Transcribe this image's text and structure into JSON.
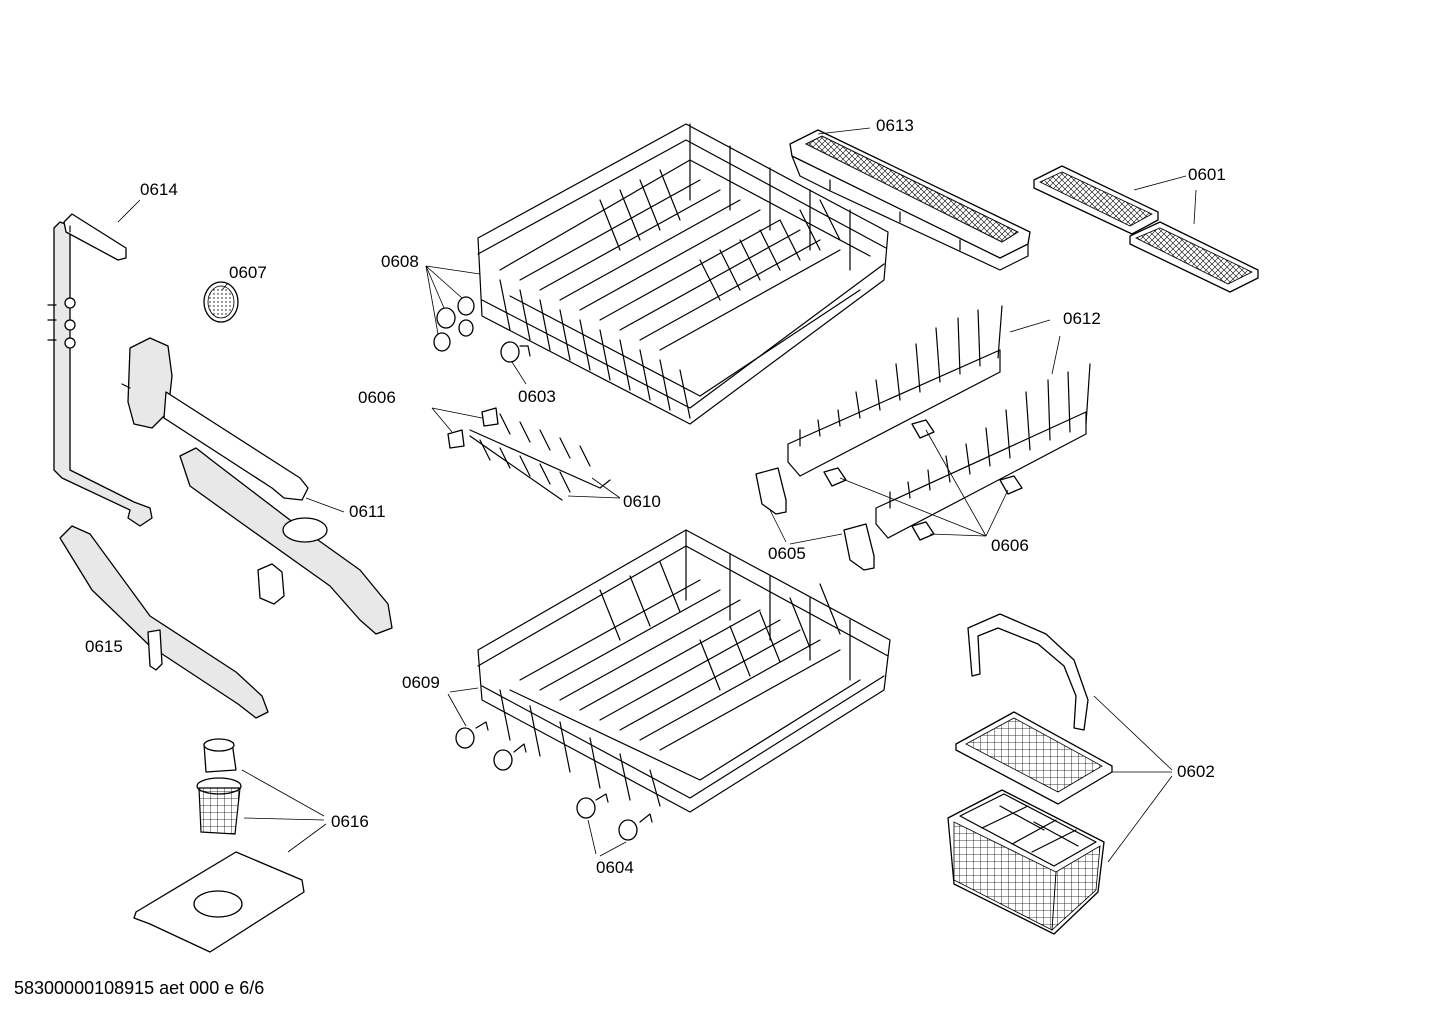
{
  "diagram": {
    "callouts": {
      "c0601": "0601",
      "c0602": "0602",
      "c0603": "0603",
      "c0604": "0604",
      "c0605": "0605",
      "c0606a": "0606",
      "c0606b": "0606",
      "c0607": "0607",
      "c0608": "0608",
      "c0609": "0609",
      "c0610": "0610",
      "c0611": "0611",
      "c0612": "0612",
      "c0613": "0613",
      "c0614": "0614",
      "c0615": "0615",
      "c0616": "0616"
    },
    "footer": "58300000108915 aet 000 e 6/6"
  }
}
